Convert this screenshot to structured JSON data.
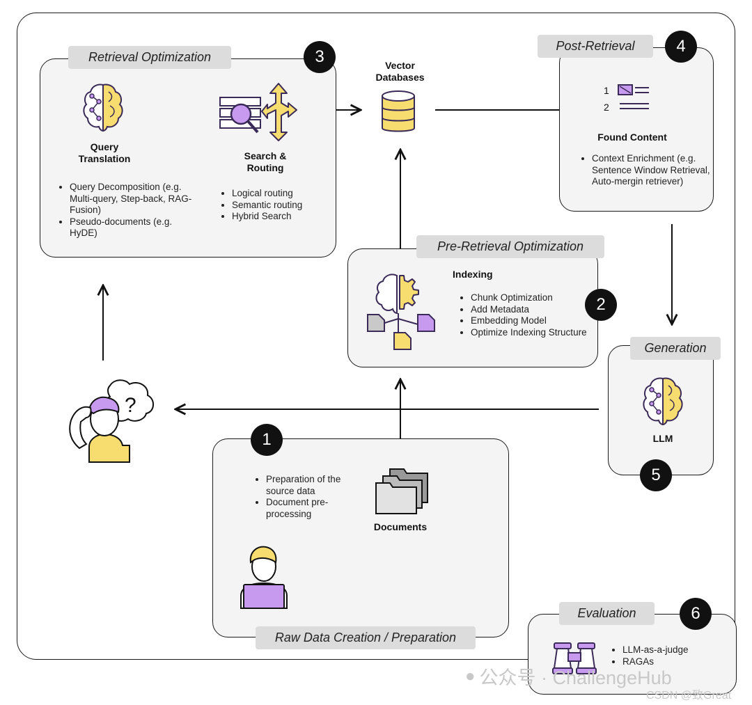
{
  "retrieval": {
    "tag": "Retrieval Optimization",
    "num": "3",
    "query_title": "Query Translation",
    "query_bullets": [
      "Query Decomposition (e.g. Multi-query, Step-back, RAG-Fusion)",
      "Pseudo-documents (e.g. HyDE)"
    ],
    "search_title": "Search & Routing",
    "search_bullets": [
      "Logical routing",
      "Semantic routing",
      "Hybrid Search"
    ]
  },
  "vector": {
    "title": "Vector Databases"
  },
  "post": {
    "tag": "Post-Retrieval",
    "num": "4",
    "list_nums": [
      "1",
      "2"
    ],
    "title": "Found Content",
    "bullets": [
      "Context Enrichment (e.g. Sentence Window Retrieval, Auto-mergin retriever)"
    ]
  },
  "pre": {
    "tag": "Pre-Retrieval Optimization",
    "num": "2",
    "title": "Indexing",
    "bullets": [
      "Chunk Optimization",
      "Add Metadata",
      "Embedding Model",
      "Optimize Indexing Structure"
    ]
  },
  "generation": {
    "tag": "Generation",
    "num": "5",
    "title": "LLM"
  },
  "raw": {
    "tag": "Raw Data Creation / Preparation",
    "num": "1",
    "bullets": [
      "Preparation of the source data",
      "Document pre-processing"
    ],
    "docs_title": "Documents"
  },
  "evaluation": {
    "tag": "Evaluation",
    "num": "6",
    "bullets": [
      "LLM-as-a-judge",
      "RAGAs"
    ]
  },
  "watermark": {
    "wechat": "公众号 · ChallengeHub",
    "csdn": "CSDN @致Great"
  },
  "colors": {
    "yellow": "#f7dc6f",
    "purple": "#c79af0",
    "dark_purple": "#3a2a57",
    "panel": "#f4f4f4",
    "tag": "#dcdcdc"
  }
}
